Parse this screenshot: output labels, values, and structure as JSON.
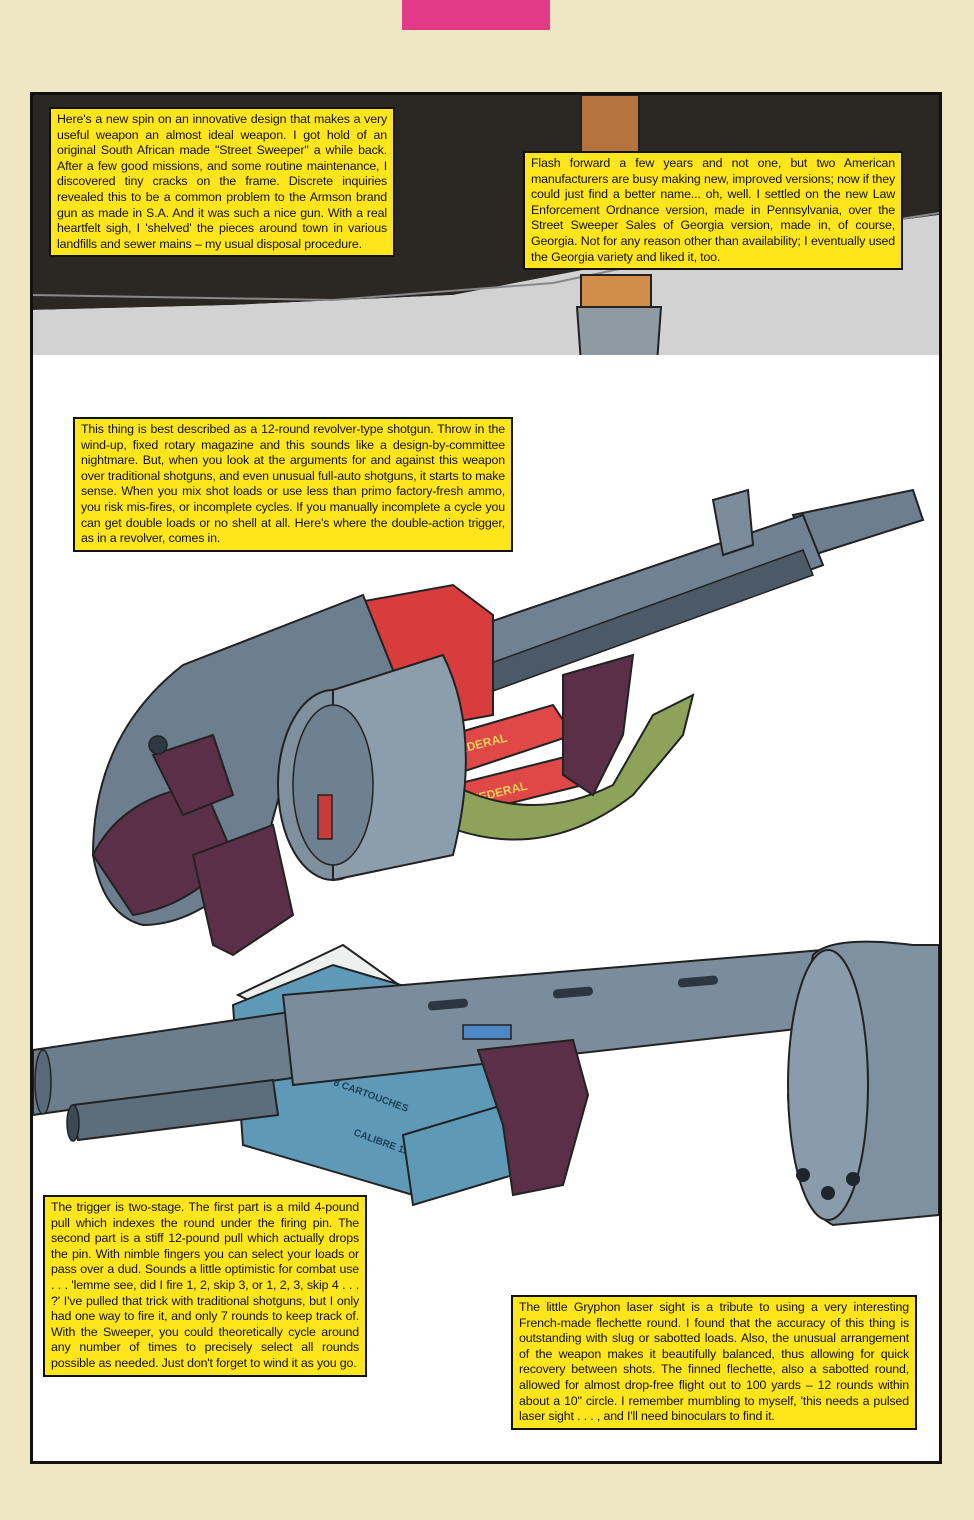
{
  "page": {
    "accent_tab_color": "#e23a86",
    "caption_color": "#ffe51c"
  },
  "captions": {
    "street_sweeper_intro": "Here's a new spin on an innovative design that makes a very useful weapon an almost ideal weapon. I got hold of an original South African made \"Street Sweeper\" a while back. After a few good missions, and some routine maintenance, I discovered tiny cracks on the frame. Discrete inquiries revealed this to be a common problem to the Armson brand gun as made in S.A. And it was such a nice gun. With a real heartfelt sigh, I 'shelved' the pieces around town in various landfills and sewer mains – my usual disposal procedure.",
    "flash_forward": "Flash forward a few years and not one, but two American manufacturers are busy making new, improved versions; now if they could just find a better name... oh, well. I settled on the new Law Enforcement Ordnance version, made in Pennsylvania, over the Street Sweeper Sales of Georgia version, made in, of course, Georgia. Not for any reason other than availability; I eventually used the Georgia variety and liked it, too.",
    "revolver_shotgun": "This thing is best described as a 12-round revolver-type shotgun. Throw in the wind-up, fixed rotary magazine and this sounds like a design-by-committee nightmare. But, when you look at the arguments for and against this weapon over traditional shotguns, and even unusual full-auto shotguns, it starts to make sense. When you mix shot loads or use less than primo factory-fresh ammo, you risk mis-fires, or incomplete cycles. If you manually incomplete a cycle you can get double loads or no shell at all. Here's where the double-action trigger, as in a revolver, comes in.",
    "trigger": "The trigger is two-stage. The first part is a mild 4-pound pull which indexes the round under the firing pin. The second part is a stiff 12-pound pull which actually drops the pin. With nimble fingers you can select your loads or pass over a dud. Sounds a little optimistic for combat use . . . 'lemme see, did I fire 1, 2, skip 3, or 1, 2, 3, skip 4 . . . ?' I've pulled that trick with traditional shotguns, but I only had one way to fire it, and only 7 rounds to keep track of. With the Sweeper, you could theoretically cycle around any number of times to precisely select all rounds possible as needed. Just don't forget to wind it as you go.",
    "laser_sight": "The little Gryphon laser sight is a tribute to using a very interesting French-made flechette round. I found that the accuracy of this thing is outstanding with slug or sabotted loads. Also, the unusual arrangement of the weapon makes it beautifully balanced, thus allowing for quick recovery between shots. The finned flechette, also a sabotted round, allowed for almost drop-free flight out to 100 yards – 12 rounds within about a 10\" circle. I remember mumbling to myself, 'this needs a pulsed laser sight . . . , and I'll need binoculars to find it."
  },
  "artwork_text": {
    "ammo_box_1": "FEDERAL",
    "ammo_box_2": "FEDERAL",
    "cartridge_box": "8 CARTOUCHES",
    "cartridge_caliber": "CALIBRE 12-70mm"
  }
}
